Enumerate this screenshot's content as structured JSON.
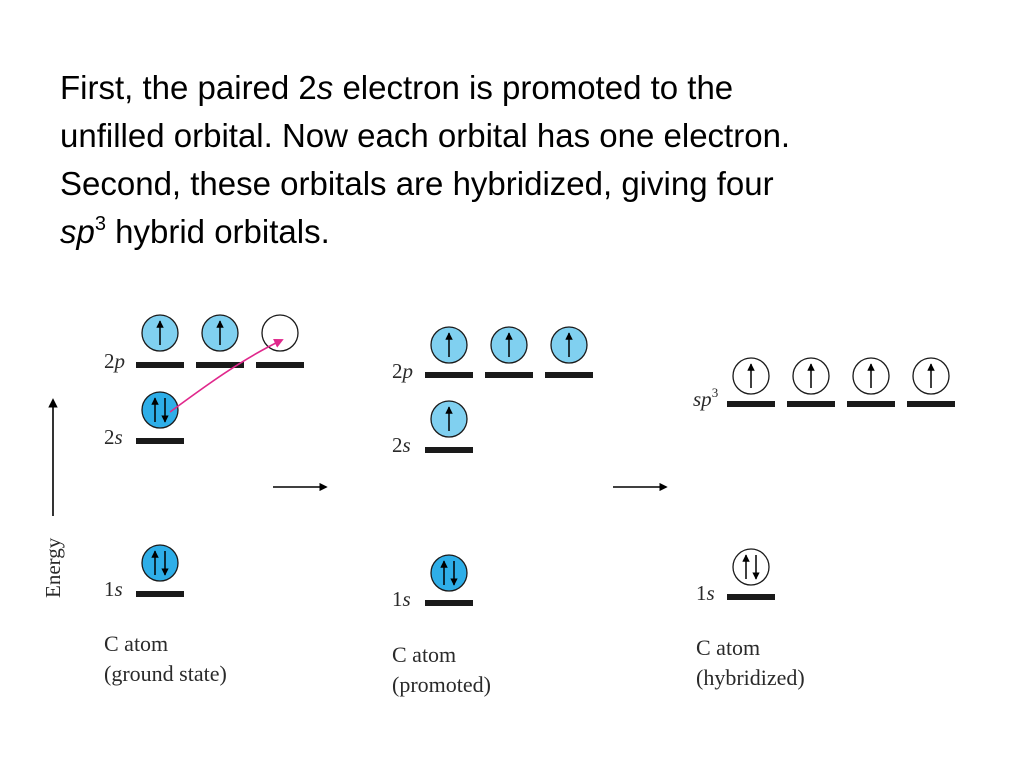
{
  "intro": {
    "part1": "First, the paired 2",
    "part1_italic": "s",
    "part2": " electron is promoted to the unfilled orbital. Now each orbital has one electron. Second, these orbitals are hybridized, giving four ",
    "part3_italic": "sp",
    "part3_sup": "3",
    "part4": " hybrid orbitals."
  },
  "axis": {
    "label": "Energy"
  },
  "panels": {
    "ground": {
      "label_2p_num": "2",
      "label_2p_sub": "p",
      "label_2s_num": "2",
      "label_2s_sub": "s",
      "label_1s_num": "1",
      "label_1s_sub": "s",
      "caption_line1": "C atom",
      "caption_line2": "(ground state)"
    },
    "promoted": {
      "label_2p_num": "2",
      "label_2p_sub": "p",
      "label_2s_num": "2",
      "label_2s_sub": "s",
      "label_1s_num": "1",
      "label_1s_sub": "s",
      "caption_line1": "C atom",
      "caption_line2": "(promoted)"
    },
    "hybridized": {
      "label_sp3_main": "sp",
      "label_sp3_sup": "3",
      "label_1s_num": "1",
      "label_1s_sub": "s",
      "caption_line1": "C atom",
      "caption_line2": "(hybridized)"
    }
  },
  "colors": {
    "filled_orbital": "#80d0f0",
    "paired_orbital": "#2eaee8",
    "empty_orbital": "#ffffff",
    "promotion_arrow": "#e0288c",
    "level_bar": "#1a1a1a"
  }
}
